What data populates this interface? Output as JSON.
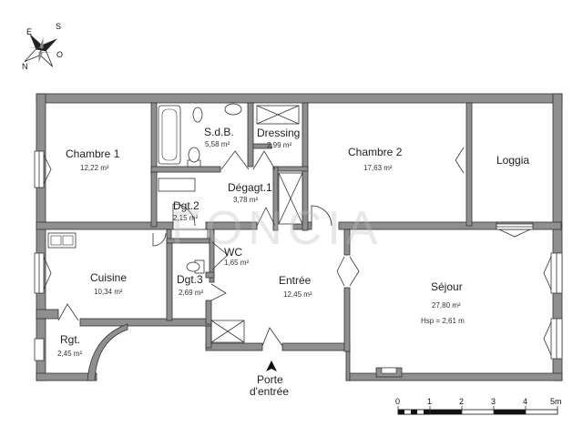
{
  "rooms": {
    "chambre1": {
      "name": "Chambre 1",
      "area": "12,22 m²"
    },
    "sdb": {
      "name": "S.d.B.",
      "area": "5,58 m²"
    },
    "dressing": {
      "name": "Dressing",
      "area": "2,99 m²"
    },
    "chambre2": {
      "name": "Chambre 2",
      "area": "17,63 m²"
    },
    "loggia": {
      "name": "Loggia"
    },
    "degagt1": {
      "name": "Dégagt.1",
      "area": "3,78 m²"
    },
    "dgt2": {
      "name": "Dgt.2",
      "area": "2,15 m²"
    },
    "wc": {
      "name": "WC",
      "area": "1,65 m²"
    },
    "cuisine": {
      "name": "Cuisine",
      "area": "10,34 m²"
    },
    "dgt3": {
      "name": "Dgt.3",
      "area": "2,69 m²"
    },
    "entree": {
      "name": "Entrée",
      "area": "12,45 m²"
    },
    "sejour": {
      "name": "Séjour",
      "area": "27,80 m²",
      "hsp": "Hsp = 2,61 m"
    },
    "rgt": {
      "name": "Rgt.",
      "area": "2,45 m²"
    }
  },
  "entrance": {
    "line1": "Porte",
    "line2": "d'entrée"
  },
  "scale": {
    "ticks": [
      "0",
      "1",
      "2",
      "3",
      "4",
      "5m"
    ]
  },
  "compass": {
    "north": "N",
    "south": "S",
    "east": "E",
    "west": "O"
  },
  "watermark": "FONCIA",
  "colors": {
    "wall": "#8f8f8f",
    "line": "#333333"
  }
}
